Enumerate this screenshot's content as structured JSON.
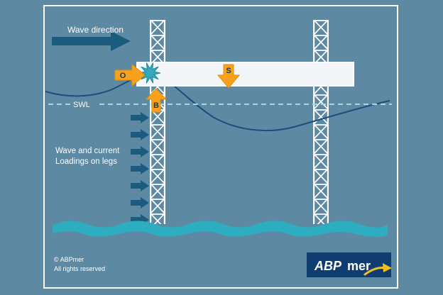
{
  "colors": {
    "background": "#5d89a3",
    "frame": "#ffffff",
    "dark_arrow": "#1b5c7e",
    "orange": "#f9a11d",
    "teal_seabed": "#2caec0",
    "teal_splash": "#35a9bc",
    "wave_line": "#1d4f7c",
    "swl_line": "#a5d8e6",
    "logo_navy": "#0f3d70",
    "logo_yellow": "#f2c01e"
  },
  "diagram": {
    "wave_direction_label": "Wave direction",
    "swl_label": "SWL",
    "loadings_label_line1": "Wave and current",
    "loadings_label_line2": "Loadings on legs",
    "arrow_labels": {
      "o": "O",
      "s": "S",
      "b": "B"
    }
  },
  "footer": {
    "copyright_line1": "© ABPmer",
    "copyright_line2": "All rights reserved"
  },
  "logo": {
    "abp": "ABP",
    "mer": "mer"
  }
}
